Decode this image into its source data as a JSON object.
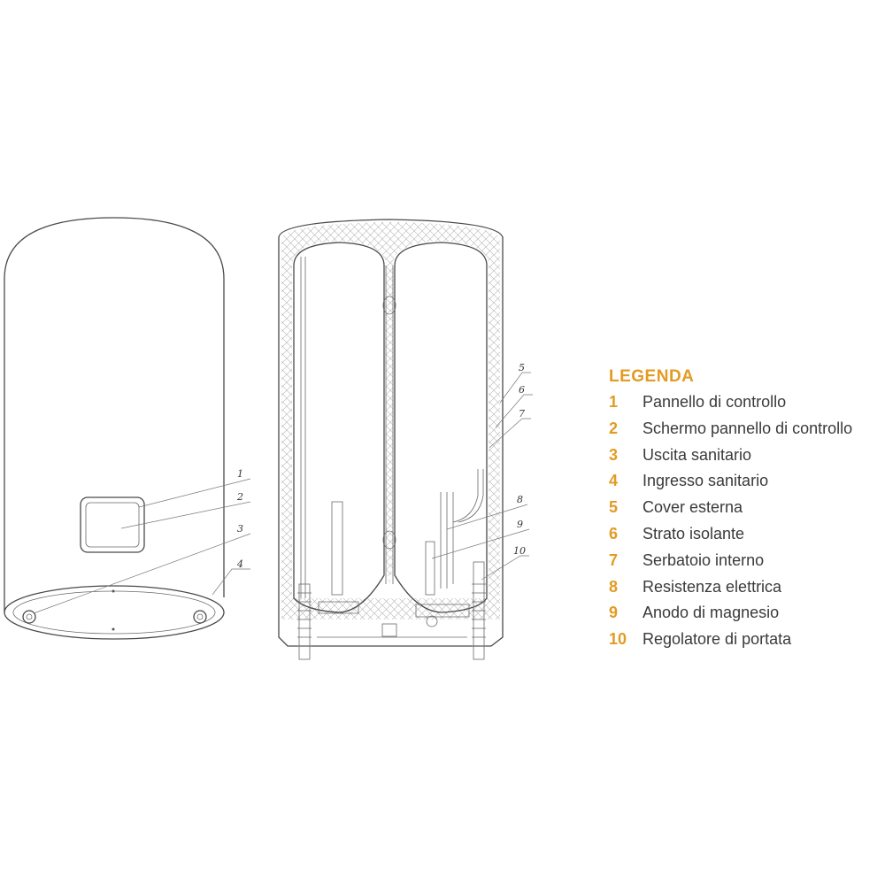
{
  "legend": {
    "title": "LEGENDA",
    "accent_color": "#e39b22",
    "items": [
      {
        "num": "1",
        "label": "Pannello di controllo"
      },
      {
        "num": "2",
        "label": "Schermo pannello di controllo"
      },
      {
        "num": "3",
        "label": "Uscita sanitario"
      },
      {
        "num": "4",
        "label": "Ingresso sanitario"
      },
      {
        "num": "5",
        "label": "Cover esterna"
      },
      {
        "num": "6",
        "label": "Strato isolante"
      },
      {
        "num": "7",
        "label": "Serbatoio interno"
      },
      {
        "num": "8",
        "label": "Resistenza elettrica"
      },
      {
        "num": "9",
        "label": "Anodo di magnesio"
      },
      {
        "num": "10",
        "label": "Regolatore di portata"
      }
    ]
  },
  "callouts": {
    "c1": "1",
    "c2": "2",
    "c3": "3",
    "c4": "4",
    "c5": "5",
    "c6": "6",
    "c7": "7",
    "c8": "8",
    "c9": "9",
    "c10": "10"
  }
}
